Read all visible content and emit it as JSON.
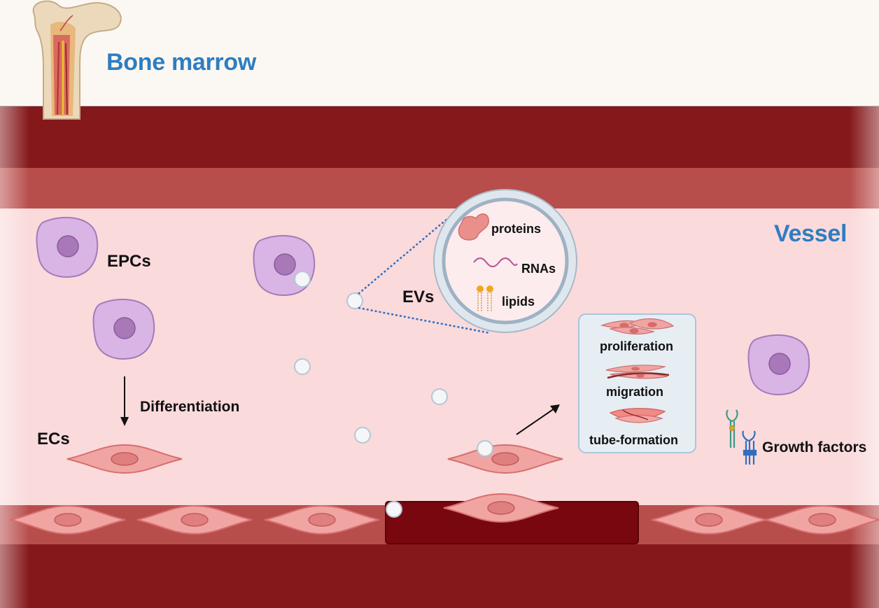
{
  "titles": {
    "bone_marrow": "Bone marrow",
    "vessel": "Vessel"
  },
  "cells": {
    "epcs": "EPCs",
    "ecs": "ECs",
    "differentiation": "Differentiation",
    "evs": "EVs",
    "growth_factors": "Growth factors"
  },
  "ev_contents": {
    "proteins": "proteins",
    "rnas": "RNAs",
    "lipids": "lipids"
  },
  "effects": {
    "proliferation": "proliferation",
    "migration": "migration",
    "tube_formation": "tube-formation"
  },
  "colors": {
    "vessel_wall_dark": "#85181b",
    "vessel_wall_mid": "#b84e4c",
    "lumen": "#fadadb",
    "epc_cell": "#d9b5e6",
    "ec_cell": "#e9898a",
    "title_blue": "#2f7dc0",
    "connector_blue": "#2f6fc2"
  }
}
